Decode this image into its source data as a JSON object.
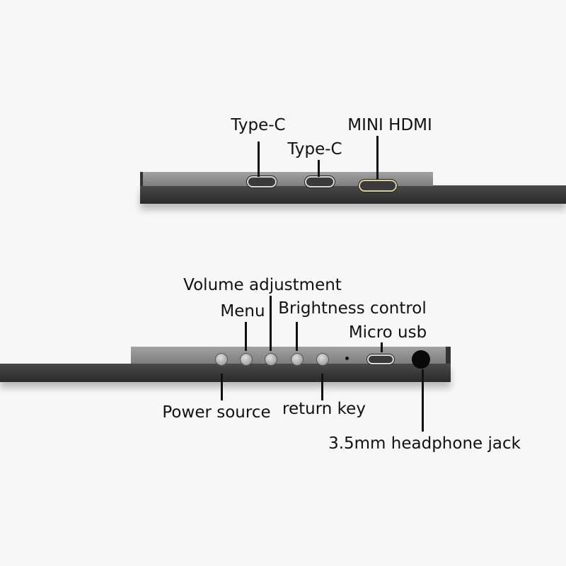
{
  "top_view": {
    "labels": {
      "type_c_1": "Type-C",
      "type_c_2": "Type-C",
      "mini_hdmi": "MINI HDMI"
    }
  },
  "bottom_view": {
    "labels": {
      "volume": "Volume adjustment",
      "menu": "Menu",
      "brightness": "Brightness control",
      "micro_usb": "Micro usb",
      "power": "Power source",
      "return_key": "return key",
      "headphone": "3.5mm headphone jack"
    }
  },
  "colors": {
    "background": "#f7f7f7",
    "device_dark": "#333333",
    "device_face": "#8e8e8e",
    "hdmi_border": "#d8cfa0"
  }
}
